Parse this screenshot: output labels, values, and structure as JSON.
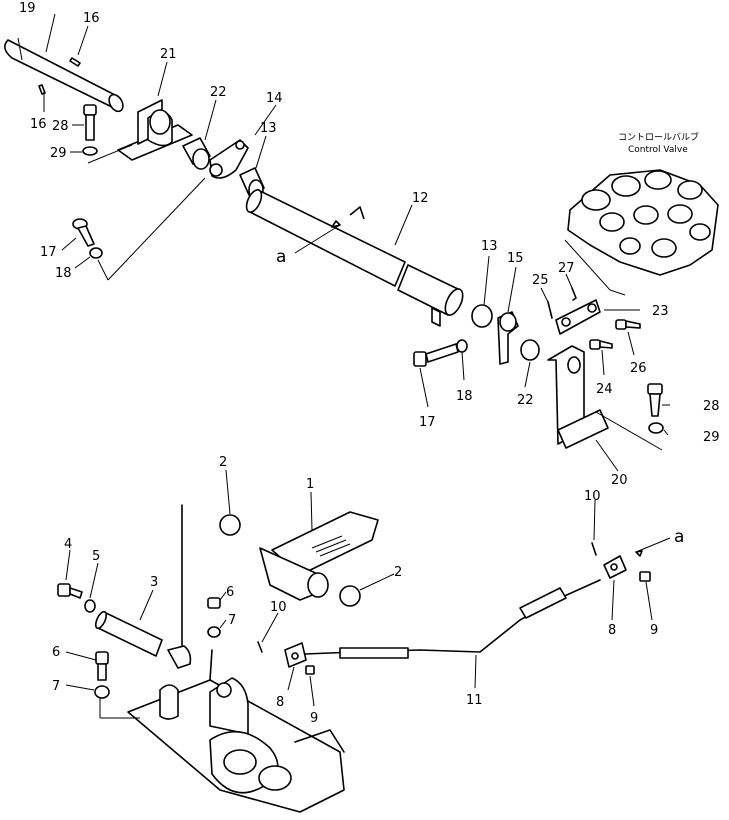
{
  "control_valve": {
    "label_jp": "コントロールバルブ",
    "label_en": "Control Valve"
  },
  "callouts": {
    "n1": "1",
    "n2a": "2",
    "n2b": "2",
    "n3": "3",
    "n4": "4",
    "n5": "5",
    "n6a": "6",
    "n6b": "6",
    "n7a": "7",
    "n7b": "7",
    "n8a": "8",
    "n8b": "8",
    "n9a": "9",
    "n9b": "9",
    "n10a": "10",
    "n10b": "10",
    "n11": "11",
    "n12": "12",
    "n13a": "13",
    "n13b": "13",
    "n14": "14",
    "n15": "15",
    "n16a": "16",
    "n16b": "16",
    "n17a": "17",
    "n17b": "17",
    "n18a": "18",
    "n18b": "18",
    "n19": "19",
    "n20": "20",
    "n21": "21",
    "n22a": "22",
    "n22b": "22",
    "n23": "23",
    "n24": "24",
    "n25": "25",
    "n26": "26",
    "n27": "27",
    "n28a": "28",
    "n28b": "28",
    "n29a": "29",
    "n29b": "29",
    "ref_a1": "a",
    "ref_a2": "a"
  }
}
